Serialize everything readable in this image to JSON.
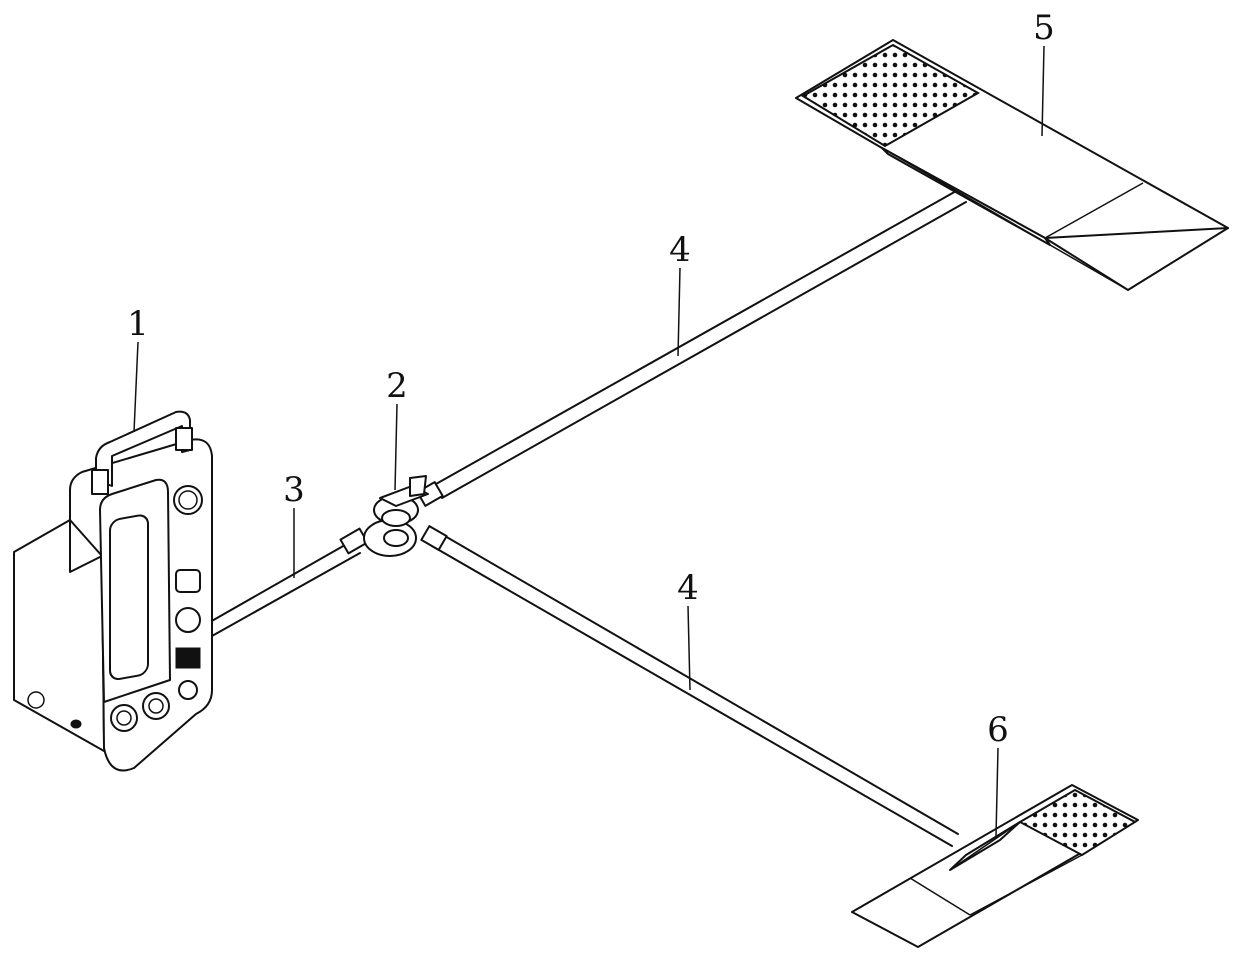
{
  "colors": {
    "ink": "#111111",
    "background": "#ffffff"
  },
  "labels": {
    "device": "1",
    "connector": "2",
    "main_tube": "3",
    "branch_tube_upper": "4",
    "branch_tube_lower": "4",
    "pad_large": "5",
    "pad_small": "6"
  }
}
